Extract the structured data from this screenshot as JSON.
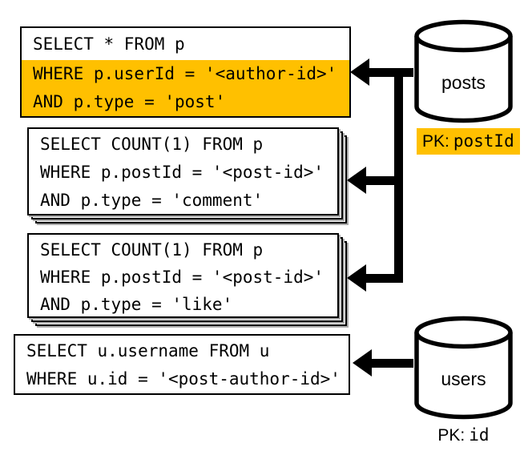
{
  "queries": [
    {
      "name": "select-post",
      "lines": [
        "SELECT * FROM p",
        "WHERE p.userId = '<author-id>'",
        "AND p.type = 'post'"
      ],
      "highlighted_lines": [
        1,
        2
      ],
      "stacked": false
    },
    {
      "name": "count-comments",
      "lines": [
        "SELECT COUNT(1) FROM p",
        "WHERE p.postId = '<post-id>'",
        "AND p.type = 'comment'"
      ],
      "highlighted_lines": [],
      "stacked": true
    },
    {
      "name": "count-likes",
      "lines": [
        "SELECT COUNT(1) FROM p",
        "WHERE p.postId = '<post-id>'",
        "AND p.type = 'like'"
      ],
      "highlighted_lines": [],
      "stacked": true
    },
    {
      "name": "select-username",
      "lines": [
        "SELECT u.username FROM u",
        "WHERE u.id = '<post-author-id>'"
      ],
      "highlighted_lines": [],
      "stacked": false
    }
  ],
  "databases": [
    {
      "label": "posts",
      "icon": "database-cylinder-icon",
      "pk_prefix": "PK:",
      "pk_field": "postId",
      "pk_highlighted": true
    },
    {
      "label": "users",
      "icon": "database-cylinder-icon",
      "pk_prefix": "PK:",
      "pk_field": "id",
      "pk_highlighted": false
    }
  ],
  "connections": [
    {
      "from": "posts",
      "to": "select-post"
    },
    {
      "from": "posts",
      "to": "count-comments"
    },
    {
      "from": "posts",
      "to": "count-likes"
    },
    {
      "from": "users",
      "to": "select-username"
    }
  ],
  "colors": {
    "highlight": "#FFC000",
    "ink": "#000000",
    "paper": "#FFFFFF",
    "stack_shadow": "#ABABAB"
  }
}
